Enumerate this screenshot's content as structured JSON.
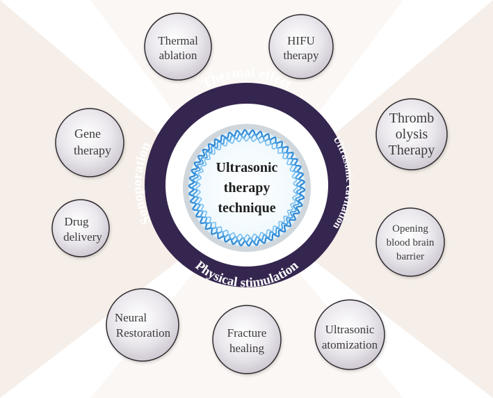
{
  "colors": {
    "background": "#ffffff",
    "backdrop": "#f6efe9",
    "ring": "#35264f",
    "ring_text": "#ffffff",
    "node_fill_center": "#ffffff",
    "node_fill_edge": "#c9c3cd",
    "node_stroke": "#2e2a2e",
    "wave": "#3b8fd6",
    "center_bg": "#dff2fb"
  },
  "center": {
    "line1": "Ultrasonic",
    "line2": "therapy",
    "line3": "technique"
  },
  "ring_labels": {
    "top": "Thermal effect",
    "right": "Ultrasonic cavitation",
    "bottom": "Physical stimulation",
    "left": "Sonoporation"
  },
  "nodes": [
    {
      "id": "thermal-ablation",
      "lines": [
        "Thermal",
        "ablation"
      ]
    },
    {
      "id": "hifu-therapy",
      "lines": [
        "HIFU",
        "therapy"
      ]
    },
    {
      "id": "thrombolysis-therapy",
      "lines": [
        "Thromb",
        "olysis",
        "Therapy"
      ]
    },
    {
      "id": "opening-bbb",
      "lines": [
        "Opening",
        "blood brain",
        "barrier"
      ]
    },
    {
      "id": "ultrasonic-atomization",
      "lines": [
        "Ultrasonic",
        "atomization"
      ]
    },
    {
      "id": "fracture-healing",
      "lines": [
        "Fracture",
        "healing"
      ]
    },
    {
      "id": "neural-restoration",
      "lines": [
        "Neural",
        "Restoration"
      ]
    },
    {
      "id": "drug-delivery",
      "lines": [
        "Drug",
        "delivery"
      ]
    },
    {
      "id": "gene-therapy",
      "lines": [
        "Gene",
        "therapy"
      ]
    }
  ]
}
